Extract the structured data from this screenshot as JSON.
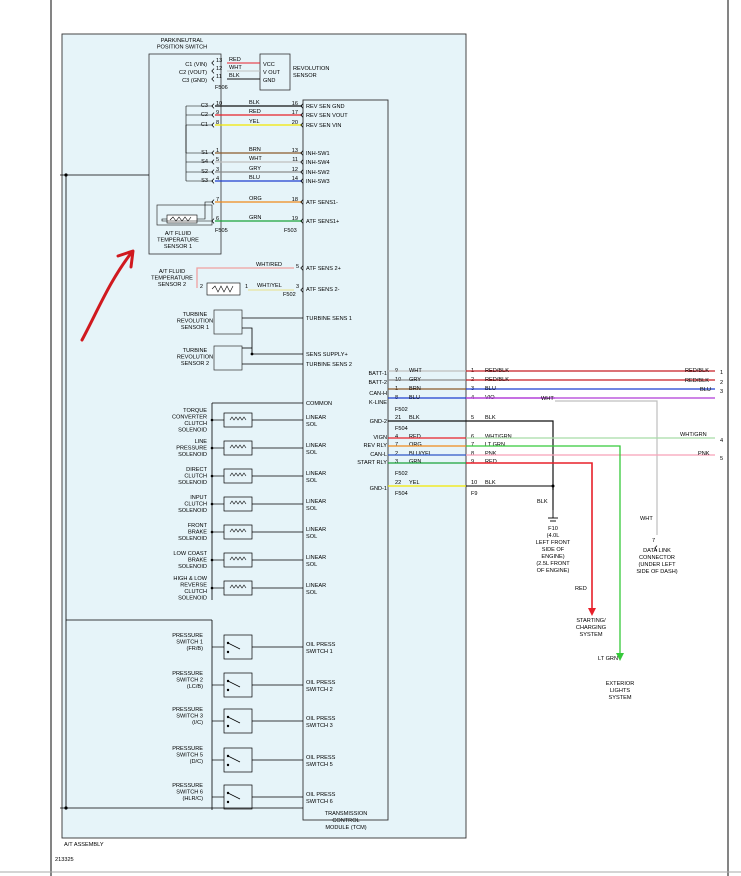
{
  "colors": {
    "RED": "#e8202a",
    "WHT": "#bfbfbf",
    "BLK": "#111111",
    "YEL": "#f2e600",
    "BRN": "#8b5a2b",
    "GRY": "#8c8c8c",
    "BLU": "#1f3fd0",
    "ORG": "#f08a1c",
    "GRN": "#1aa23a",
    "VIO": "#b03ad8",
    "LTGRN": "#35c93a",
    "PNK": "#f7a1b8",
    "REDBLK": "#c81e24",
    "BLUYEL": "#2f56c8",
    "WHTRED": "#f0a0a0",
    "WHTYEL": "#e8e4a0",
    "WHTGRN": "#a8dca8",
    "assembly_fill": "#e6f4f9",
    "annotation": "#d0191f"
  },
  "labels": {
    "park_switch": [
      "PARK/NEUTRAL",
      "POSITION SWITCH"
    ],
    "rev_sensor": [
      "REVOLUTION",
      "SENSOR"
    ],
    "c1_vin": "C1 (VIN)",
    "c2_vout": "C2 (VOUT)",
    "c3_gnd": "C3 (GND)",
    "vcc": "VCC",
    "vout": "V OUT",
    "gnd": "GND",
    "c3": "C3",
    "c2": "C2",
    "c1": "C1",
    "s1": "S1",
    "s4": "S4",
    "s2": "S2",
    "s3": "S3",
    "atf_sensor1": [
      "A/T FLUID",
      "TEMPERATURE",
      "SENSOR 1"
    ],
    "atf_sensor2": [
      "A/T FLUID",
      "TEMPERATURE",
      "SENSOR 2"
    ],
    "turbine1": [
      "TURBINE",
      "REVOLUTION",
      "SENSOR 1"
    ],
    "turbine2": [
      "TURBINE",
      "REVOLUTION",
      "SENSOR 2"
    ],
    "torque_conv": [
      "TORQUE",
      "CONVERTER",
      "CLUTCH",
      "SOLENOID"
    ],
    "line_pressure": [
      "LINE",
      "PRESSURE",
      "SOLENOID"
    ],
    "direct_clutch": [
      "DIRECT",
      "CLUTCH",
      "SOLENOID"
    ],
    "input_clutch": [
      "INPUT",
      "CLUTCH",
      "SOLENOID"
    ],
    "front_brake": [
      "FRONT",
      "BRAKE",
      "SOLENOID"
    ],
    "low_coast": [
      "LOW COAST",
      "BRAKE",
      "SOLENOID"
    ],
    "high_low": [
      "HIGH & LOW",
      "REVERSE",
      "CLUTCH",
      "SOLENOID"
    ],
    "ps1": [
      "PRESSURE",
      "SWITCH 1",
      "(FR/B)"
    ],
    "ps2": [
      "PRESSURE",
      "SWITCH 2",
      "(LC/B)"
    ],
    "ps3": [
      "PRESSURE",
      "SWITCH 3",
      "(I/C)"
    ],
    "ps5": [
      "PRESSURE",
      "SWITCH 5",
      "(D/C)"
    ],
    "ps6": [
      "PRESSURE",
      "SWITCH 6",
      "(HLR/C)"
    ],
    "tcm_pins": [
      "REV SEN GND",
      "REV SEN VOUT",
      "REV SEN VIN",
      "INH-SW1",
      "INH-SW4",
      "INH-SW2",
      "INH-SW3",
      "ATF SENS1-",
      "ATF SENS1+",
      "ATF SENS 2+",
      "ATF SENS 2-",
      "TURBINE SENS 1",
      "SENS SUPPLY+",
      "TURBINE SENS 2",
      "COMMON",
      "LINEAR",
      "SOL",
      "OIL PRESS",
      "SWITCH 1",
      "SWITCH 2",
      "SWITCH 3",
      "SWITCH 5",
      "SWITCH 6"
    ],
    "tcm": [
      "TRANSMISSION",
      "CONTROL",
      "MODULE (TCM)"
    ],
    "right_pins": [
      "BATT-1",
      "BATT-2",
      "CAN-H",
      "K-LINE",
      "GND-2",
      "VIGN",
      "REV RLY",
      "CAN-L",
      "START RLY",
      "GND-1"
    ],
    "f10": [
      "F10",
      "(4.0L",
      "LEFT FRONT",
      "SIDE OF",
      "ENGINE)",
      "(2.5L FRONT",
      "OF ENGINE)"
    ],
    "dlc": [
      "DATA LINK",
      "CONNECTOR",
      "(UNDER LEFT",
      "SIDE OF DASH)"
    ],
    "starting": [
      "STARTING/",
      "CHARGING",
      "SYSTEM"
    ],
    "ext_lights": [
      "EXTERIOR",
      "LIGHTS",
      "SYSTEM"
    ],
    "at_assembly": "A/T ASSEMBLY",
    "fig_id": "213325",
    "connectors": [
      "F506",
      "F505",
      "F503",
      "F502",
      "F504",
      "F9"
    ],
    "pins": [
      "1",
      "2",
      "3",
      "4",
      "5",
      "6",
      "7",
      "8",
      "9",
      "10",
      "11",
      "12",
      "13",
      "14",
      "16",
      "17",
      "18",
      "19",
      "20",
      "21",
      "22"
    ],
    "wires": [
      "RED",
      "WHT",
      "BLK",
      "YEL",
      "BRN",
      "GRY",
      "BLU",
      "ORG",
      "GRN",
      "WHT/RED",
      "WHT/YEL",
      "VIO",
      "LT GRN",
      "BLU/YEL",
      "PNK",
      "RED/BLK",
      "WHT/GRN"
    ]
  }
}
